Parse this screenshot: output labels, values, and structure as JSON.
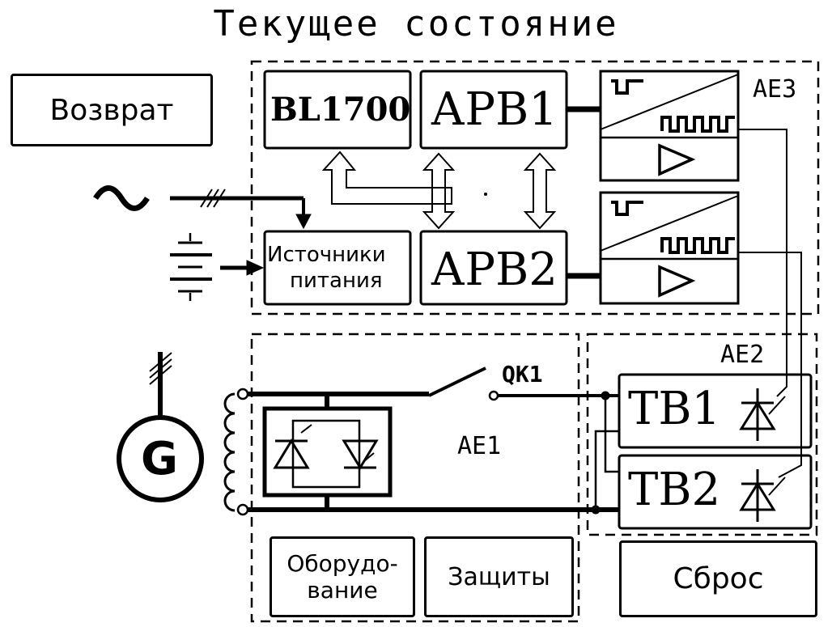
{
  "title": "Текущее состояние",
  "buttons": {
    "return": "Возврат",
    "equipment_line1": "Оборудо-",
    "equipment_line2": "вание",
    "protections": "Защиты",
    "reset": "Сброс"
  },
  "blocks": {
    "bl1700": "BL1700",
    "arv1": "АРВ1",
    "arv2": "АРВ2",
    "power_line1": "Источники",
    "power_line2": "питания",
    "tv1": "ТВ1",
    "tv2": "ТВ2",
    "generator": "G"
  },
  "labels": {
    "ae3": "АЕ3",
    "ae2": "АЕ2",
    "ae1": "АЕ1",
    "qk1": "QK1"
  }
}
